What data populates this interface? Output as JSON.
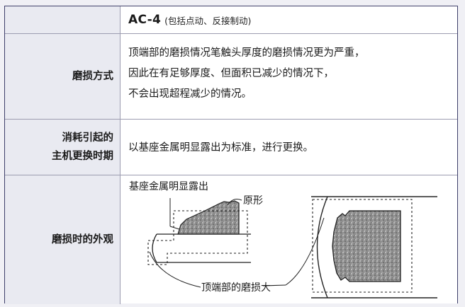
{
  "header": {
    "title": "AC-4",
    "subtitle": "(包括点动、反接制动)"
  },
  "rows": [
    {
      "label_lines": [
        "磨损方式"
      ],
      "text_lines": [
        "顶端部的磨损情况笔触头厚度的磨损情况更为严重，",
        "因此在有足够厚度、但面积已减少的情况下，",
        "不会出现超程减少的情况。"
      ]
    },
    {
      "label_lines": [
        "消耗引起的",
        "主机更换时期"
      ],
      "text_lines": [
        "以基座金属明显露出为标准，进行更换。"
      ]
    },
    {
      "label_lines": [
        "磨损时的外观"
      ],
      "diagram": {
        "label_base_metal": "基座金属明显露出",
        "label_original": "原形",
        "label_tip_wear": "顶端部的磨损大"
      }
    }
  ]
}
